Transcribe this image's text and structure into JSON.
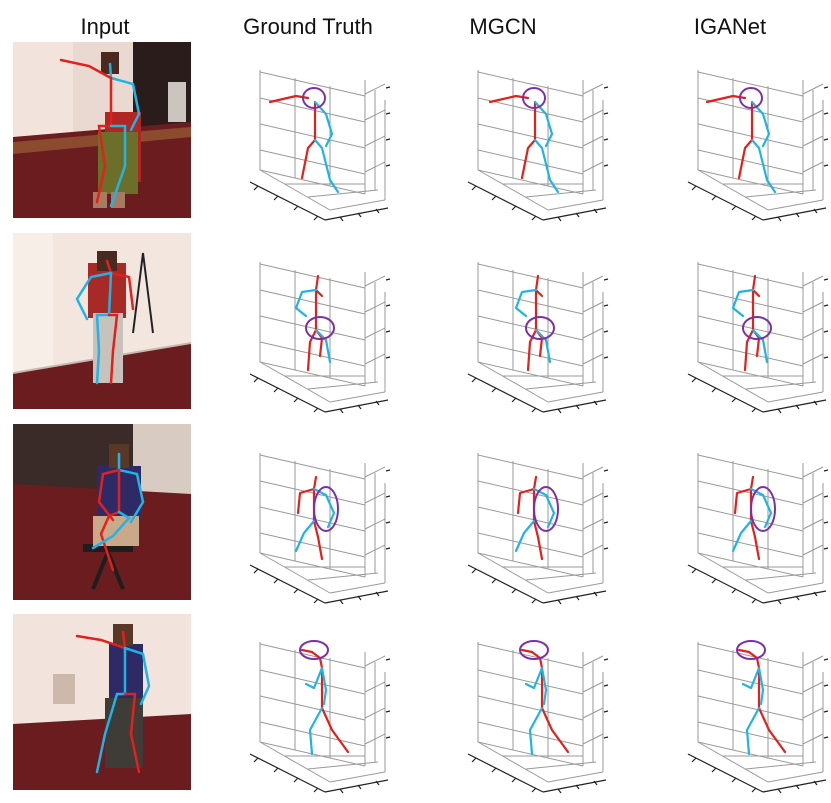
{
  "columns": [
    "Input",
    "Ground Truth",
    "MGCN",
    "IGANet"
  ],
  "colors": {
    "right_limb": "#e3201b",
    "left_limb": "#1fb4e6",
    "highlight_circle": "#7b2fa8",
    "axis_grid": "#9a9a9a",
    "axis_ticks": "#222222"
  },
  "rows": [
    {
      "scene": "standing-pointing",
      "highlight": "head"
    },
    {
      "scene": "walking-sideways",
      "highlight": "pelvis"
    },
    {
      "scene": "sitting-on-chair",
      "highlight": "left-arm"
    },
    {
      "scene": "walking-pointing",
      "highlight": "head"
    }
  ]
}
